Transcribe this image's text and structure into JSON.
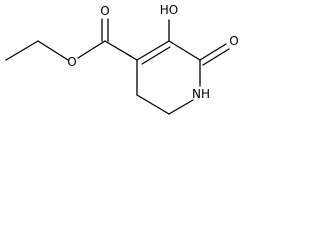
{
  "molecule": {
    "atoms": {
      "hydroxyl": "HO",
      "ketone_oxygen": "O",
      "ring_nitrogen": "NH",
      "ester_carbonyl_oxygen": "O",
      "ester_ether_oxygen": "O"
    },
    "colors": {
      "bond": "#000000",
      "label": "#000000",
      "background": "#ffffff"
    }
  }
}
